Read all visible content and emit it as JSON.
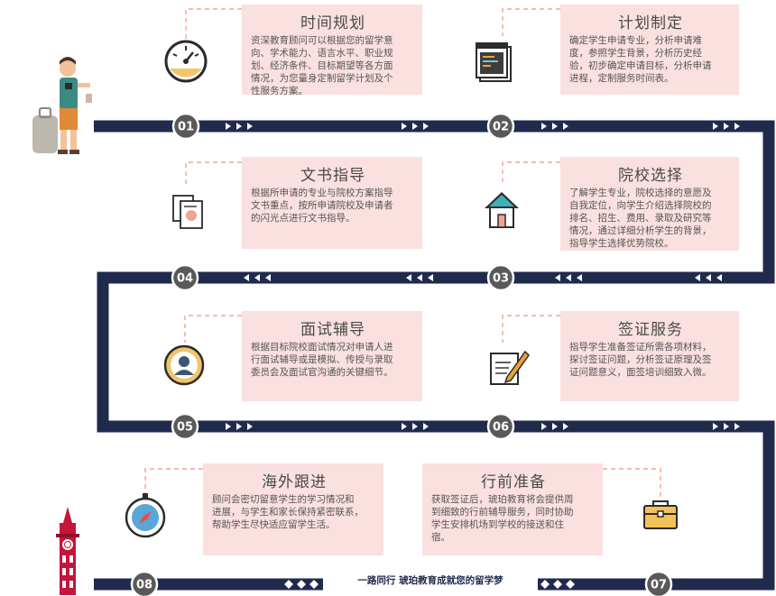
{
  "colors": {
    "track": "#1f2a4d",
    "card": "#fae0df",
    "dash": "#f2a38f",
    "badge": "#595959",
    "accent": "#e8a33c"
  },
  "steps": [
    {
      "num": "01",
      "title": "时间规划",
      "icon": "dial-gauge-icon",
      "lines": [
        "资深教育顾问可以根据您的留学意",
        "向、学术能力、语言水平、职业规",
        "划、经济条件、目标期望等各方面",
        "情况，为您量身定制留学计划及个",
        "性服务方案。"
      ]
    },
    {
      "num": "02",
      "title": "计划制定",
      "icon": "code-window-icon",
      "lines": [
        "确定学生申请专业，分析申请难",
        "度，参照学生背景，分析历史经",
        "验，初步确定申请目标，分析申请",
        "进程，定制服务时间表。"
      ]
    },
    {
      "num": "03",
      "title": "院校选择",
      "icon": "house-icon",
      "lines": [
        "了解学生专业，院校选择的意愿及",
        "自我定位，向学生介绍选择院校的",
        "排名、招生、费用、录取及研究等",
        "情况，通过详细分析学生的背景，",
        "指导学生选择优势院校。"
      ]
    },
    {
      "num": "04",
      "title": "文书指导",
      "icon": "documents-icon",
      "lines": [
        "根据所申请的专业与院校方案指导",
        "文书重点，按所申请院校及申请者",
        "的闪光点进行文书指导。"
      ]
    },
    {
      "num": "05",
      "title": "面试辅导",
      "icon": "interviewer-avatar-icon",
      "lines": [
        "根据目标院校面试情况对申请人进",
        "行面试辅导或是模拟、传授与录取",
        "委员会及面试官沟通的关键细节。"
      ]
    },
    {
      "num": "06",
      "title": "签证服务",
      "icon": "notepad-pencil-icon",
      "lines": [
        "指导学生准备签证所需各项材料，",
        "探讨签证问题，分析签证原理及签",
        "证问题意义，面签培训细致入微。"
      ]
    },
    {
      "num": "07",
      "title": "行前准备",
      "icon": "suitcase-icon",
      "lines": [
        "获取签证后，琥珀教育将会提供周",
        "到细致的行前辅导服务，同时协助",
        "学生安排机场到学校的接送和住",
        "宿。"
      ]
    },
    {
      "num": "08",
      "title": "海外跟进",
      "icon": "compass-icon",
      "lines": [
        "顾问会密切留意学生的学习情况和",
        "进展，与学生和家长保持紧密联系，",
        "帮助学生尽快适应留学生活。"
      ]
    }
  ],
  "footer": {
    "slogan": "一路同行 琥珀教育成就您的留学梦"
  }
}
